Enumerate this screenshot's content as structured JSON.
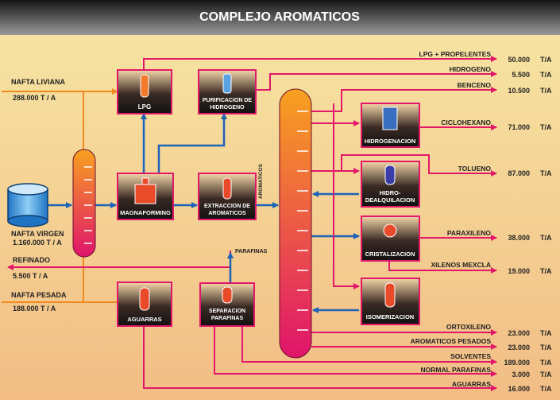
{
  "title": "COMPLEJO AROMATICOS",
  "colors": {
    "header_top": "#1a1a1a",
    "header_bottom": "#8a8a8a",
    "bg_top": "#f6e39a",
    "bg_bottom": "#f3c08a",
    "product_line": "#e2176a",
    "feed_line": "#f08a1e",
    "internal_line": "#1d63b8",
    "box_fill": "#1a1a1a",
    "column_top": "#f7a21e",
    "column_bottom": "#e2176a"
  },
  "inputs": {
    "nafta_liviana": "NAFTA LIVIANA",
    "nafta_liviana_qty": "288.000 T / A",
    "nafta_virgen": "NAFTA VIRGEN",
    "nafta_virgen_qty": "1.160.000 T / A",
    "refinado": "REFINADO",
    "refinado_qty": "5.500 T / A",
    "nafta_pesada": "NAFTA PESADA",
    "nafta_pesada_qty": "188.000 T / A"
  },
  "units": {
    "lpg": "LPG",
    "purificacion_l1": "PURIFICACION DE",
    "purificacion_l2": "HIDROGENO",
    "magnaforming": "MAGNAFORMING",
    "extraccion_l1": "EXTRACCION DE",
    "extraccion_l2": "AROMATICOS",
    "aguarras": "AGUARRAS",
    "separacion_l1": "SEPARACION",
    "separacion_l2": "PARAFINAS",
    "hidrogenacion": "HIDROGENACION",
    "hidrodealquilacion_l1": "HIDRO-",
    "hidrodealquilacion_l2": "DEALQUILACION",
    "cristalizacion": "CRISTALIZACION",
    "isomerizacion": "ISOMERIZACION"
  },
  "stream_labels": {
    "aromaticos": "AROMATICOS",
    "parafinas": "PARAFINAS"
  },
  "outputs": [
    {
      "name": "LPG + PROPELENTES",
      "qty": "50.000",
      "unit": "T/A"
    },
    {
      "name": "HIDROGENO",
      "qty": "5.500",
      "unit": "T/A"
    },
    {
      "name": "BENCENO",
      "qty": "10.500",
      "unit": "T/A"
    },
    {
      "name": "CICLOHEXANO",
      "qty": "71.000",
      "unit": "T/A"
    },
    {
      "name": "TOLUENO",
      "qty": "87.000",
      "unit": "T/A"
    },
    {
      "name": "PARAXILENO",
      "qty": "38.000",
      "unit": "T/A"
    },
    {
      "name": "XILENOS MEXCLA",
      "qty": "19.000",
      "unit": "T/A"
    },
    {
      "name": "ORTOXILENO",
      "qty": "23.000",
      "unit": "T/A"
    },
    {
      "name": "AROMATICOS PESADOS",
      "qty": "23.000",
      "unit": "T/A"
    },
    {
      "name": "SOLVENTES",
      "qty": "189.000",
      "unit": "T/A"
    },
    {
      "name": "NORMAL PARAFINAS",
      "qty": "3.000",
      "unit": "T/A"
    },
    {
      "name": "AGUARRAS",
      "qty": "16.000",
      "unit": "T/A"
    }
  ]
}
